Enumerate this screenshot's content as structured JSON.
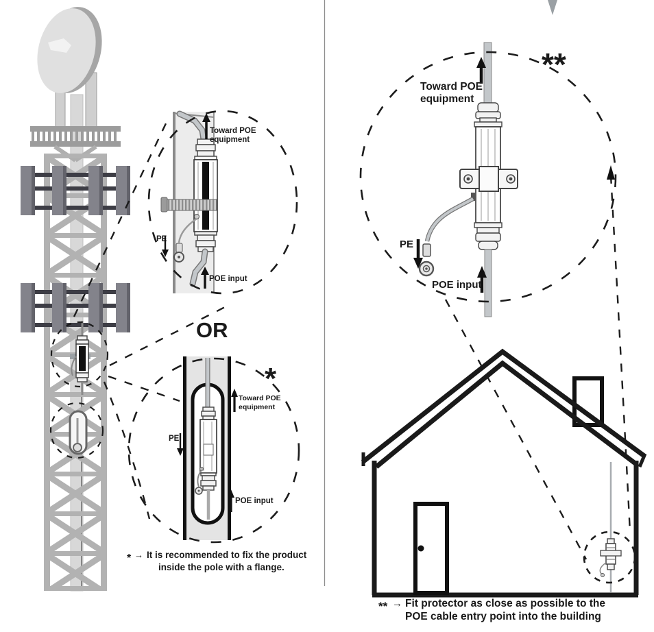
{
  "left_panel": {
    "pole_clamp_detail": {
      "toward_poe_line1": "Toward POE",
      "toward_poe_line2": "equipment",
      "pe_label": "PE",
      "poe_input_label": "POE input"
    },
    "or_label": "OR",
    "inside_pole_detail": {
      "marker": "*",
      "toward_poe_line1": "Toward POE",
      "toward_poe_line2": "equipment",
      "pe_label": "PE",
      "poe_input_label": "POE input"
    },
    "footnote": {
      "marker": "*",
      "arrow": "→",
      "line1": "It is recommended to fix the product",
      "line2": "inside the pole with a flange."
    }
  },
  "right_panel": {
    "wall_mount_detail": {
      "marker": "**",
      "toward_poe_line1": "Toward POE",
      "toward_poe_line2": "equipment",
      "pe_label": "PE",
      "poe_input_label": "POE input"
    },
    "footnote": {
      "marker": "**",
      "arrow": "→",
      "line1": "Fit protector as close as possible to the",
      "line2": "POE cable entry point into the building"
    }
  },
  "colors": {
    "ink": "#1a1a1a",
    "lattice_gray": "#b2b2b2",
    "antenna_panel": "#83838b",
    "antenna_bar": "#3d3d45",
    "pole_fill": "#e9e9e9",
    "cable_gray": "#c3c7ca",
    "divider": "#8c8c8c"
  }
}
